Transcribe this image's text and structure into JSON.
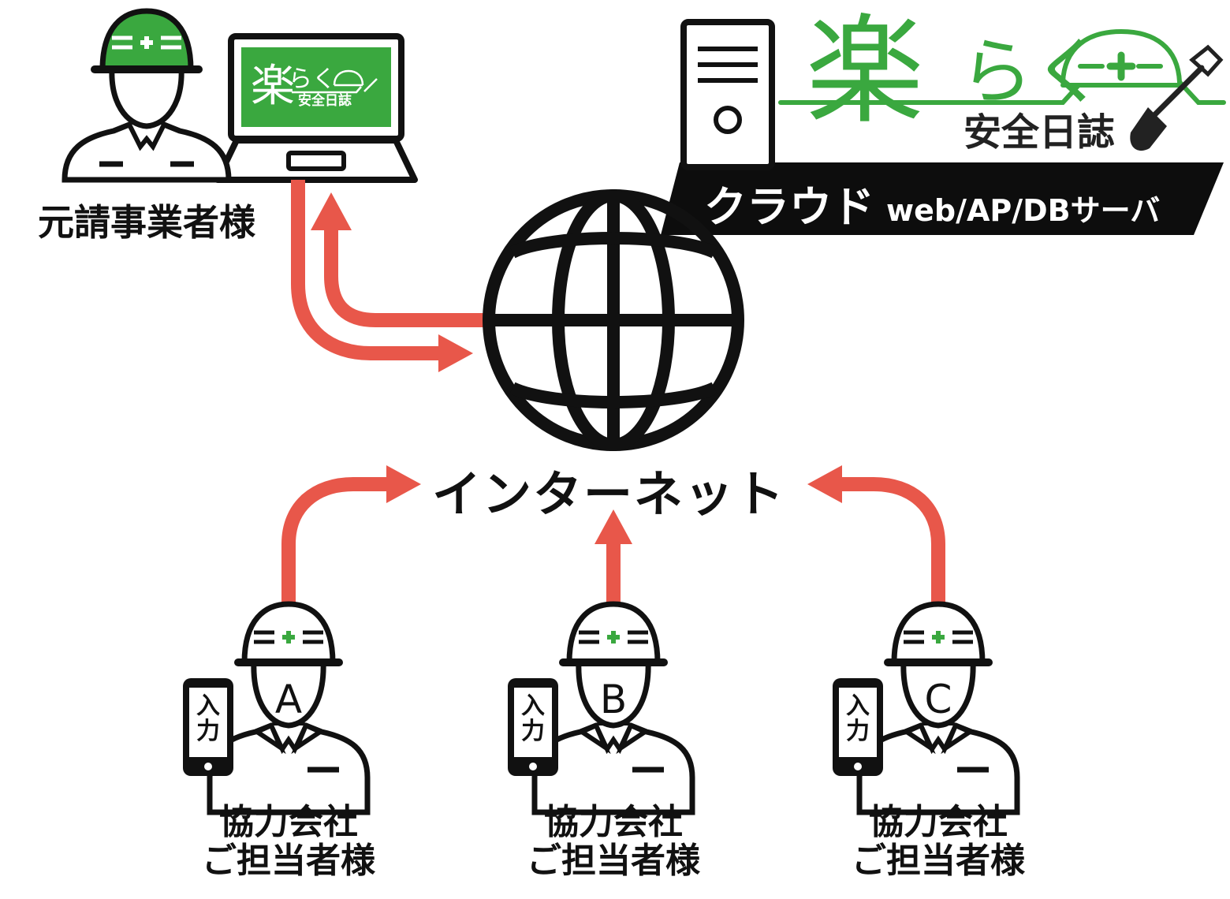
{
  "brand": {
    "logo_main": "楽",
    "logo_kana": "らく",
    "logo_sub": "安全日誌",
    "green": "#3aa83f"
  },
  "cloud": {
    "title": "クラウド",
    "subtitle": "web/AP/DBサーバ"
  },
  "prime_contractor": {
    "label": "元請事業者様"
  },
  "internet": {
    "label": "インターネット",
    "icon": "globe-icon"
  },
  "partners": [
    {
      "letter": "A",
      "phone_text_1": "入",
      "phone_text_2": "力",
      "label_line1": "協力会社",
      "label_line2": "ご担当者様"
    },
    {
      "letter": "B",
      "phone_text_1": "入",
      "phone_text_2": "力",
      "label_line1": "協力会社",
      "label_line2": "ご担当者様"
    },
    {
      "letter": "C",
      "phone_text_1": "入",
      "phone_text_2": "力",
      "label_line1": "協力会社",
      "label_line2": "ご担当者様"
    }
  ],
  "colors": {
    "arrow": "#e8574a",
    "outline": "#111111",
    "band": "#0d0d0d"
  }
}
